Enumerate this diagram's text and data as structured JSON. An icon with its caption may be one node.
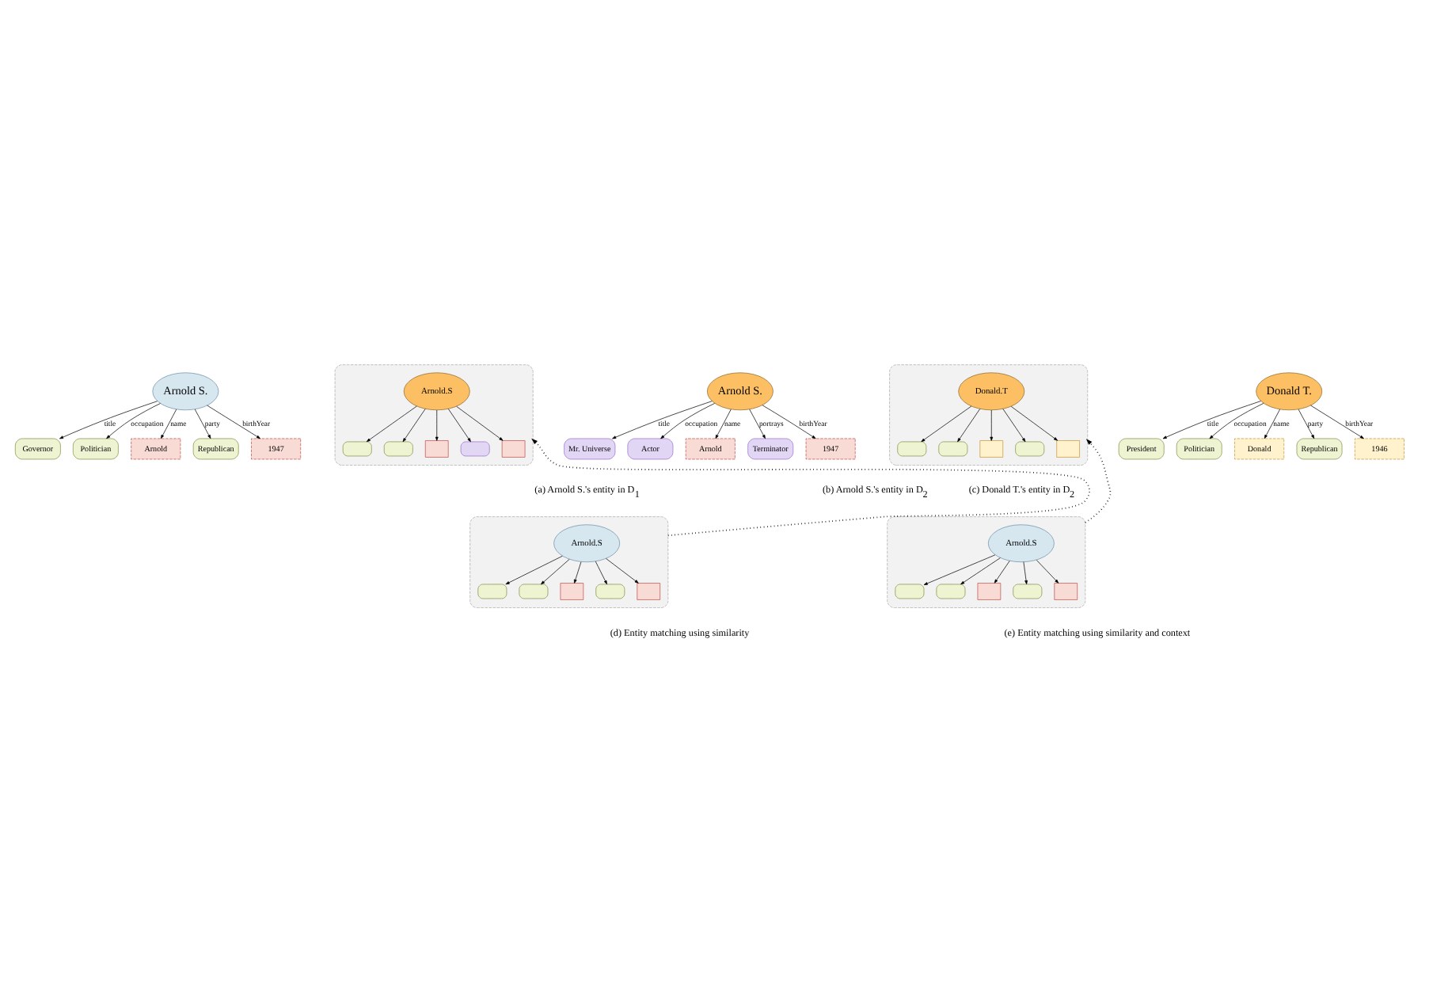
{
  "diagram": {
    "nodes": [
      {
        "text": [
          "Arnold S."
        ]
      },
      {
        "text": [
          "Governor"
        ]
      },
      {
        "text": [
          "Politician"
        ]
      },
      {
        "text": [
          "Arnold"
        ]
      },
      {
        "text": [
          "Republican"
        ]
      },
      {
        "text": [
          "1947"
        ]
      },
      {
        "text": [
          "Arnold S."
        ]
      },
      {
        "text": [
          "Mr. Universe"
        ]
      },
      {
        "text": [
          "Actor"
        ]
      },
      {
        "text": [
          "Arnold"
        ]
      },
      {
        "text": [
          "Terminator"
        ]
      },
      {
        "text": [
          "1947"
        ]
      },
      {
        "text": [
          "Donald T."
        ]
      },
      {
        "text": [
          "President"
        ]
      },
      {
        "text": [
          "Politician"
        ]
      },
      {
        "text": [
          "Donald"
        ]
      },
      {
        "text": [
          "Republican"
        ]
      },
      {
        "text": [
          "1946"
        ]
      },
      {
        "text": [],
        "shape": "box"
      },
      {
        "text": [
          "Arnold.S"
        ],
        "in": 18
      },
      {
        "text": [],
        "shape": "pill",
        "in": 18
      },
      {
        "text": [],
        "shape": "pill",
        "in": 18
      },
      {
        "text": [],
        "shape": "box",
        "in": 18
      },
      {
        "text": [],
        "shape": "pill",
        "in": 18
      },
      {
        "text": [],
        "shape": "box",
        "in": 18
      },
      {
        "text": [],
        "shape": "box"
      },
      {
        "text": [
          "Arnold.S"
        ],
        "in": 25
      },
      {
        "text": [],
        "shape": "pill",
        "in": 25
      },
      {
        "text": [],
        "shape": "pill",
        "in": 25
      },
      {
        "text": [],
        "shape": "box",
        "in": 25
      },
      {
        "text": [],
        "shape": "pill",
        "in": 25
      },
      {
        "text": [],
        "shape": "box",
        "in": 25
      },
      {
        "text": [],
        "shape": "box"
      },
      {
        "text": [
          "Arnold.S"
        ],
        "in": 32
      },
      {
        "text": [],
        "shape": "pill",
        "in": 32
      },
      {
        "text": [],
        "shape": "pill",
        "in": 32
      },
      {
        "text": [],
        "shape": "box",
        "in": 32
      },
      {
        "text": [],
        "shape": "pill",
        "in": 32
      },
      {
        "text": [],
        "shape": "box",
        "in": 32
      },
      {
        "text": [],
        "shape": "box"
      },
      {
        "text": [
          "Donald.T"
        ],
        "in": 39
      },
      {
        "text": [],
        "shape": "pill",
        "in": 39
      },
      {
        "text": [],
        "shape": "pill",
        "in": 39
      },
      {
        "text": [],
        "shape": "box",
        "in": 39
      },
      {
        "text": [],
        "shape": "pill",
        "in": 39
      },
      {
        "text": [],
        "shape": "box",
        "in": 39
      }
    ],
    "edges": [
      {
        "from": 0,
        "to": 1,
        "arrow": "to",
        "label": "title"
      },
      {
        "from": 0,
        "to": 2,
        "arrow": "to",
        "label": "occupation"
      },
      {
        "from": 0,
        "to": 3,
        "arrow": "to",
        "label": "name"
      },
      {
        "from": 0,
        "to": 4,
        "arrow": "to",
        "label": "party"
      },
      {
        "from": 0,
        "to": 5,
        "arrow": "to",
        "label": "birthYear"
      },
      {
        "from": 6,
        "to": 7,
        "arrow": "to",
        "label": "title"
      },
      {
        "from": 6,
        "to": 8,
        "arrow": "to",
        "label": "occupation"
      },
      {
        "from": 6,
        "to": 9,
        "arrow": "to",
        "label": "name"
      },
      {
        "from": 6,
        "to": 10,
        "arrow": "to",
        "label": "portrays"
      },
      {
        "from": 6,
        "to": 11,
        "arrow": "to",
        "label": "birthYear"
      },
      {
        "from": 12,
        "to": 13,
        "arrow": "to",
        "label": "title"
      },
      {
        "from": 12,
        "to": 14,
        "arrow": "to",
        "label": "occupation"
      },
      {
        "from": 12,
        "to": 15,
        "arrow": "to",
        "label": "name"
      },
      {
        "from": 12,
        "to": 16,
        "arrow": "to",
        "label": "party"
      },
      {
        "from": 12,
        "to": 17,
        "arrow": "to",
        "label": "birthYear"
      },
      {
        "from": 19,
        "to": 20,
        "arrow": "to"
      },
      {
        "from": 19,
        "to": 21,
        "arrow": "to"
      },
      {
        "from": 19,
        "to": 22,
        "arrow": "to"
      },
      {
        "from": 19,
        "to": 23,
        "arrow": "to"
      },
      {
        "from": 19,
        "to": 24,
        "arrow": "to"
      },
      {
        "from": 26,
        "to": 27,
        "arrow": "to"
      },
      {
        "from": 26,
        "to": 28,
        "arrow": "to"
      },
      {
        "from": 26,
        "to": 29,
        "arrow": "to"
      },
      {
        "from": 26,
        "to": 30,
        "arrow": "to"
      },
      {
        "from": 26,
        "to": 31,
        "arrow": "to"
      },
      {
        "from": 18,
        "to": 25,
        "arrow": "to",
        "style": "dashed"
      },
      {
        "from": 33,
        "to": 34,
        "arrow": "to"
      },
      {
        "from": 33,
        "to": 35,
        "arrow": "to"
      },
      {
        "from": 33,
        "to": 36,
        "arrow": "to"
      },
      {
        "from": 33,
        "to": 37,
        "arrow": "to"
      },
      {
        "from": 33,
        "to": 38,
        "arrow": "to"
      },
      {
        "from": 40,
        "to": 41,
        "arrow": "to"
      },
      {
        "from": 40,
        "to": 42,
        "arrow": "to"
      },
      {
        "from": 40,
        "to": 43,
        "arrow": "to"
      },
      {
        "from": 40,
        "to": 44,
        "arrow": "to"
      },
      {
        "from": 40,
        "to": 45,
        "arrow": "to"
      },
      {
        "from": 32,
        "to": 39,
        "arrow": "to",
        "style": "dashed"
      }
    ],
    "labels": [
      "(a) Arnold S.'s entity in D$_{1}$",
      "(b) Arnold S.'s entity in D$_{2}$",
      "(c) Donald T.'s entity in D$_{2}$",
      "(d) Entity matching using similarity",
      "(e) Entity matching using similarity and context"
    ]
  }
}
